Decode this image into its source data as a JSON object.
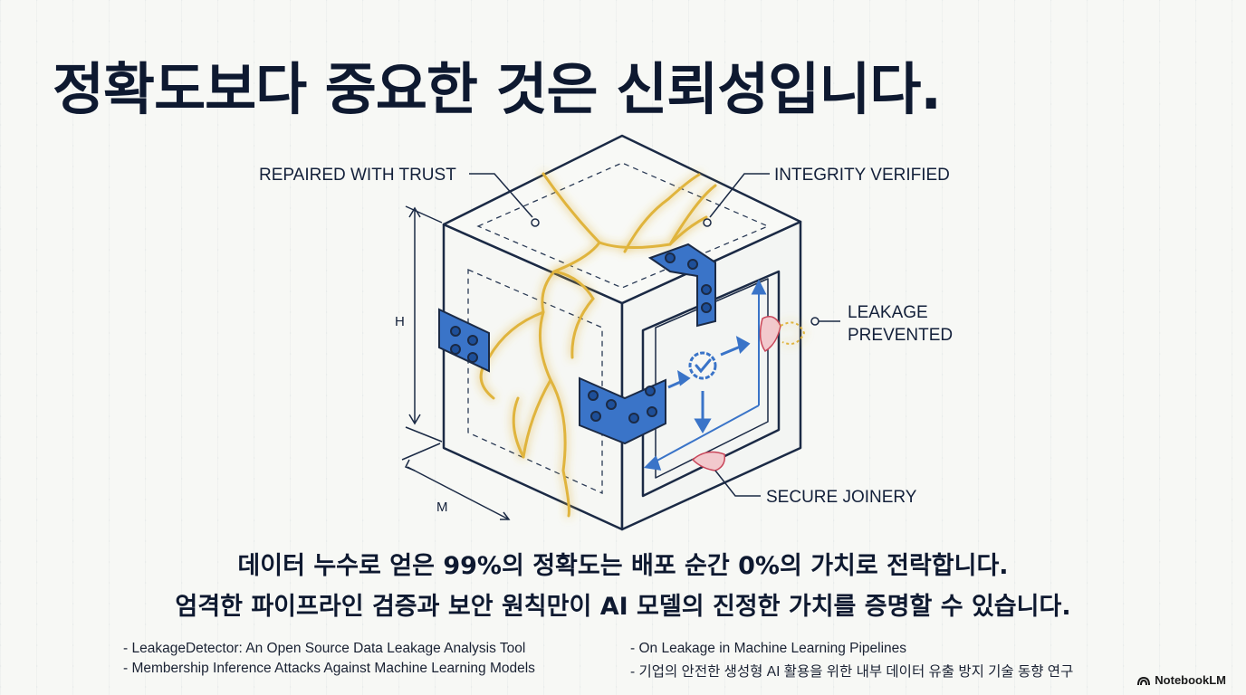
{
  "title": "정확도보다 중요한 것은 신뢰성입니다.",
  "diagram": {
    "labels": {
      "repaired": "REPAIRED WITH TRUST",
      "integrity": "INTEGRITY VERIFIED",
      "leakage_line1": "LEAKAGE",
      "leakage_line2": "PREVENTED",
      "joinery": "SECURE JOINERY"
    },
    "dimensions": {
      "height": "H",
      "width": "M"
    },
    "icons": [
      "cube-icon",
      "bracket-icon",
      "check-badge-icon",
      "crack-icon",
      "leak-icon"
    ]
  },
  "body": {
    "line1": "데이터 누수로 얻은 99%의 정확도는 배포 순간 0%의 가치로 전락합니다.",
    "line2": "엄격한 파이프라인 검증과 보안 원칙만이 AI 모델의 진정한 가치를 증명할 수 있습니다."
  },
  "references": [
    "- LeakageDetector: An Open Source Data Leakage Analysis Tool",
    "- On Leakage in Machine Learning Pipelines",
    "- Membership Inference Attacks Against Machine Learning Models",
    "- 기업의 안전한 생성형 AI 활용을 위한 내부 데이터 유출 방지 기술 동향 연구"
  ],
  "brand": "NotebookLM",
  "colors": {
    "accent_blue": "#3a74c8",
    "crack_gold": "#e0b43c",
    "leak_red": "#c9465a",
    "ink": "#0e1930"
  }
}
